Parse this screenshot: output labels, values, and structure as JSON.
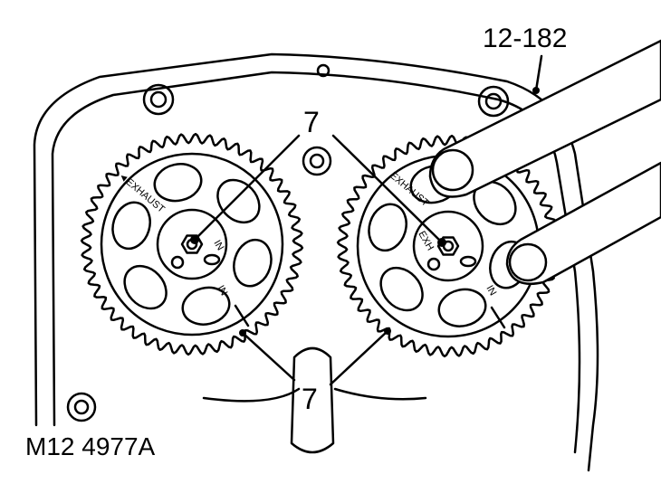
{
  "labels": {
    "tool_number": "12-182",
    "callout_top": "7",
    "callout_bottom": "7",
    "figure_id": "M12 4977A"
  },
  "gear_markings": {
    "exhaust": "EXHAUST",
    "in": "IN",
    "exh": "EXH"
  },
  "gears": {
    "teeth": 48
  }
}
